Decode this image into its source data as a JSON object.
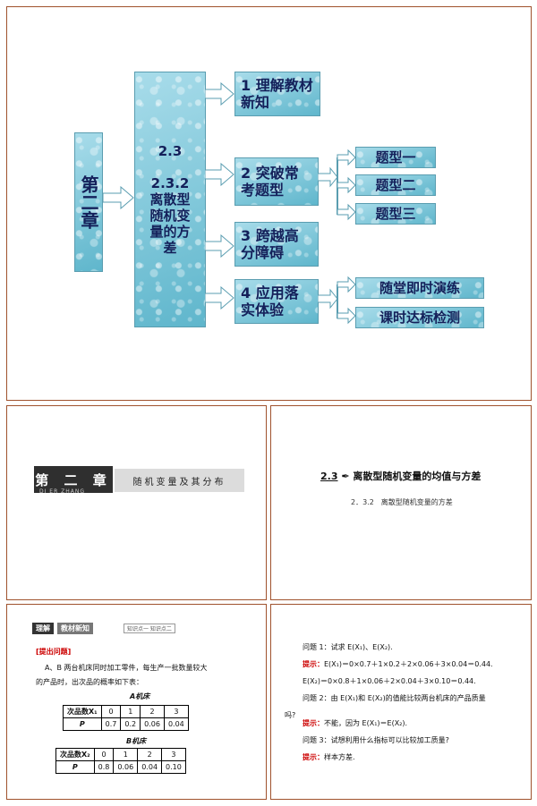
{
  "mindmap": {
    "chapter_label": "第二章",
    "section_label": [
      "2.3",
      "2.3.2",
      "离散型",
      "随机变",
      "量的方",
      "差"
    ],
    "branches": [
      {
        "label": "1 理解教材新知"
      },
      {
        "label": "2 突破常考题型"
      },
      {
        "label": "3 跨越高分障碍"
      },
      {
        "label": "4 应用落实体验"
      }
    ],
    "question_types": [
      "题型一",
      "题型二",
      "题型三"
    ],
    "practice": [
      "随堂即时演练",
      "课时达标检测"
    ]
  },
  "chapter_banner": {
    "title": "第 二 章",
    "pinyin": "DI ER ZHANG",
    "subtitle": "随机变量及其分布"
  },
  "section_panel": {
    "number": "2.3",
    "title": "离散型随机变量的均值与方差",
    "subtitle": "2．3.2　离散型随机变量的方差"
  },
  "problem_panel": {
    "tag_left": "理解",
    "tag_mid": "教材新知",
    "nav": "知识点一  知识点二",
    "raise_label": "[提出问题]",
    "text_line1": "A、B 两台机床同时加工零件，每生产一批数量较大",
    "text_line2": "的产品时，出次品的概率如下表：",
    "table_a": {
      "caption": "A机床",
      "row1": [
        "次品数X₁",
        "0",
        "1",
        "2",
        "3"
      ],
      "row2": [
        "P",
        "0.7",
        "0.2",
        "0.06",
        "0.04"
      ]
    },
    "table_b": {
      "caption": "B机床",
      "row1": [
        "次品数X₂",
        "0",
        "1",
        "2",
        "3"
      ],
      "row2": [
        "P",
        "0.8",
        "0.06",
        "0.04",
        "0.10"
      ]
    }
  },
  "answer_panel": {
    "q1": "问题 1：试求 E(X₁)、E(X₂).",
    "hint_label": "提示：",
    "a1a": "E(X₁)＝0×0.7＋1×0.2＋2×0.06＋3×0.04＝0.44.",
    "a1b": "E(X₂)＝0×0.8＋1×0.06＋2×0.04＋3×0.10＝0.44.",
    "q2a": "问题 2：由 E(X₁)和 E(X₂)的值能比较两台机床的产品质量",
    "q2b": "吗?",
    "a2": "不能，因为 E(X₁)＝E(X₂).",
    "q3": "问题 3：试想利用什么指标可以比较加工质量?",
    "a3": "样本方差."
  }
}
